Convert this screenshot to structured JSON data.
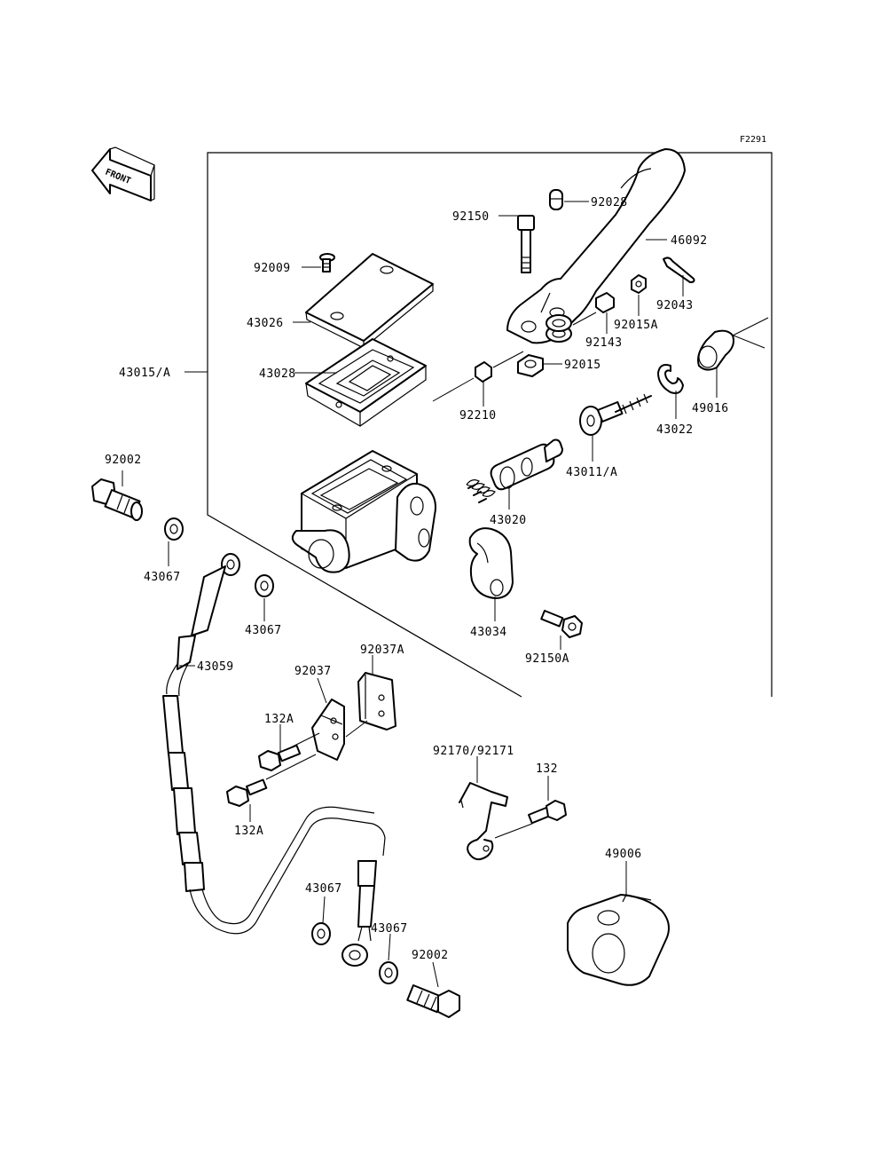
{
  "diagram": {
    "figure_ref": "F2291",
    "front_arrow_text": "FRONT",
    "labels": [
      {
        "id": "92028",
        "text": "92028"
      },
      {
        "id": "46092",
        "text": "46092"
      },
      {
        "id": "92150",
        "text": "92150"
      },
      {
        "id": "92009",
        "text": "92009"
      },
      {
        "id": "92043",
        "text": "92043"
      },
      {
        "id": "92015A",
        "text": "92015A"
      },
      {
        "id": "43026",
        "text": "43026"
      },
      {
        "id": "92143",
        "text": "92143"
      },
      {
        "id": "43015A",
        "text": "43015/A"
      },
      {
        "id": "43028",
        "text": "43028"
      },
      {
        "id": "92015",
        "text": "92015"
      },
      {
        "id": "92210",
        "text": "92210"
      },
      {
        "id": "49016",
        "text": "49016"
      },
      {
        "id": "43022",
        "text": "43022"
      },
      {
        "id": "92002-top",
        "text": "92002"
      },
      {
        "id": "43011A",
        "text": "43011/A"
      },
      {
        "id": "43020",
        "text": "43020"
      },
      {
        "id": "43067-a",
        "text": "43067"
      },
      {
        "id": "43067-b",
        "text": "43067"
      },
      {
        "id": "43034",
        "text": "43034"
      },
      {
        "id": "92150A",
        "text": "92150A"
      },
      {
        "id": "43059",
        "text": "43059"
      },
      {
        "id": "92037A",
        "text": "92037A"
      },
      {
        "id": "92037",
        "text": "92037"
      },
      {
        "id": "132A-a",
        "text": "132A"
      },
      {
        "id": "92170",
        "text": "92170/92171"
      },
      {
        "id": "132",
        "text": "132"
      },
      {
        "id": "132A-b",
        "text": "132A"
      },
      {
        "id": "49006",
        "text": "49006"
      },
      {
        "id": "43067-c",
        "text": "43067"
      },
      {
        "id": "43067-d",
        "text": "43067"
      },
      {
        "id": "92002-bottom",
        "text": "92002"
      }
    ]
  }
}
